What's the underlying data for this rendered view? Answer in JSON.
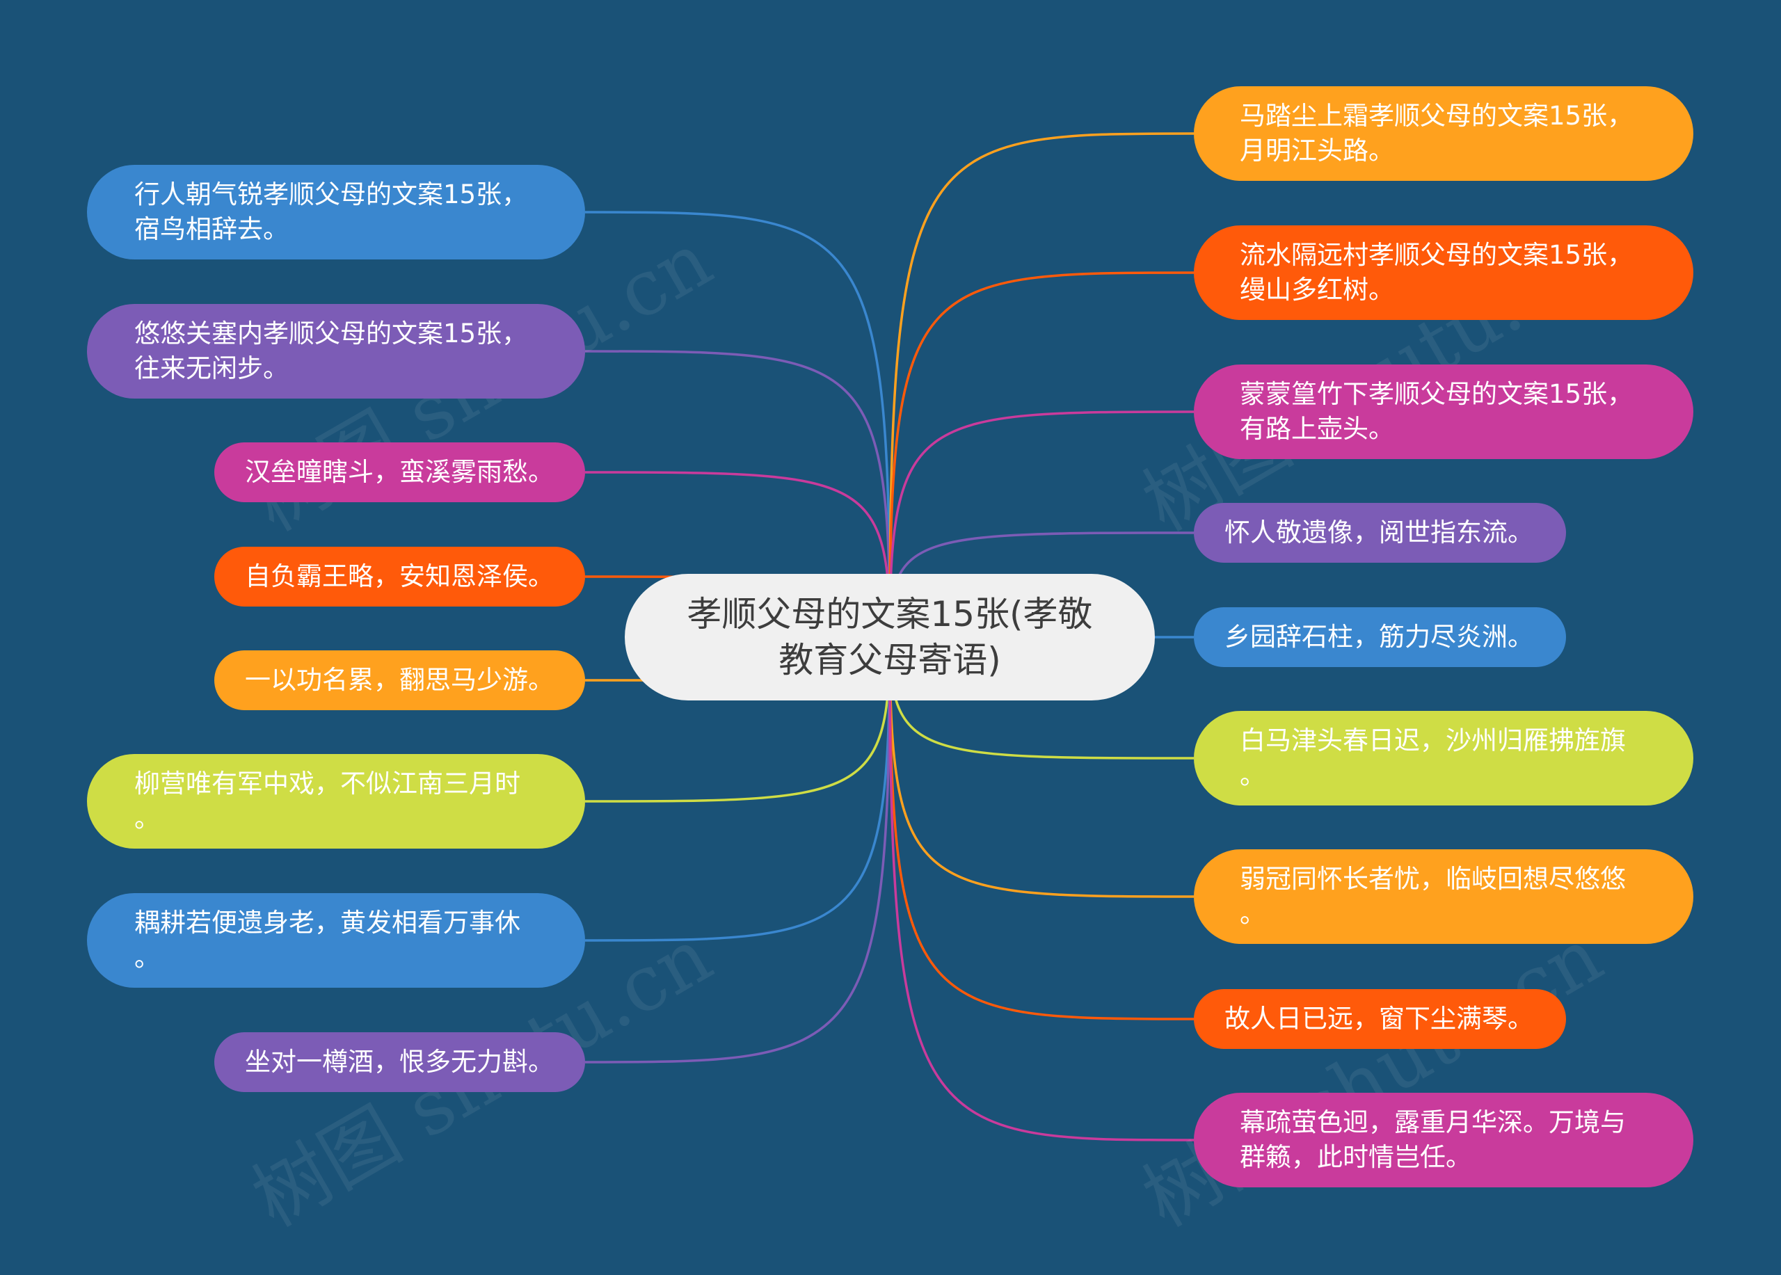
{
  "center": {
    "label": "孝顺父母的文案15张(孝敬教育父母寄语)"
  },
  "watermark": "树图 shutu.cn",
  "left_nodes": [
    {
      "label": "行人朝气锐孝顺父母的文案15张，\n宿鸟相辞去。",
      "color": "#3a87cf"
    },
    {
      "label": "悠悠关塞内孝顺父母的文案15张，\n往来无闲步。",
      "color": "#7c5cb6"
    },
    {
      "label": "汉垒曈瞎斗，蛮溪雾雨愁。",
      "color": "#c93b9c"
    },
    {
      "label": "自负霸王略，安知恩泽侯。",
      "color": "#ff5a0a"
    },
    {
      "label": "一以功名累，翻思马少游。",
      "color": "#ffa11e"
    },
    {
      "label": "柳营唯有军中戏，不似江南三月时\n。",
      "color": "#cfdd45"
    },
    {
      "label": "耦耕若便遗身老，黄发相看万事休\n。",
      "color": "#3a87cf"
    },
    {
      "label": "坐对一樽酒，恨多无力斟。",
      "color": "#7c5cb6"
    }
  ],
  "right_nodes": [
    {
      "label": "马踏尘上霜孝顺父母的文案15张，\n月明江头路。",
      "color": "#ffa11e"
    },
    {
      "label": "流水隔远村孝顺父母的文案15张，\n缦山多红树。",
      "color": "#ff5a0a"
    },
    {
      "label": "蒙蒙篁竹下孝顺父母的文案15张，\n有路上壶头。",
      "color": "#c93b9c"
    },
    {
      "label": "怀人敬遗像，阅世指东流。",
      "color": "#7c5cb6"
    },
    {
      "label": "乡园辞石柱，筋力尽炎洲。",
      "color": "#3a87cf"
    },
    {
      "label": "白马津头春日迟，沙州归雁拂旌旗\n。",
      "color": "#cfdd45"
    },
    {
      "label": "弱冠同怀长者忧，临岐回想尽悠悠\n。",
      "color": "#ffa11e"
    },
    {
      "label": "故人日已远，窗下尘满琴。",
      "color": "#ff5a0a"
    },
    {
      "label": "幕疏萤色迥，露重月华深。万境与\n群籁，此时情岂任。",
      "color": "#c93b9c"
    }
  ]
}
